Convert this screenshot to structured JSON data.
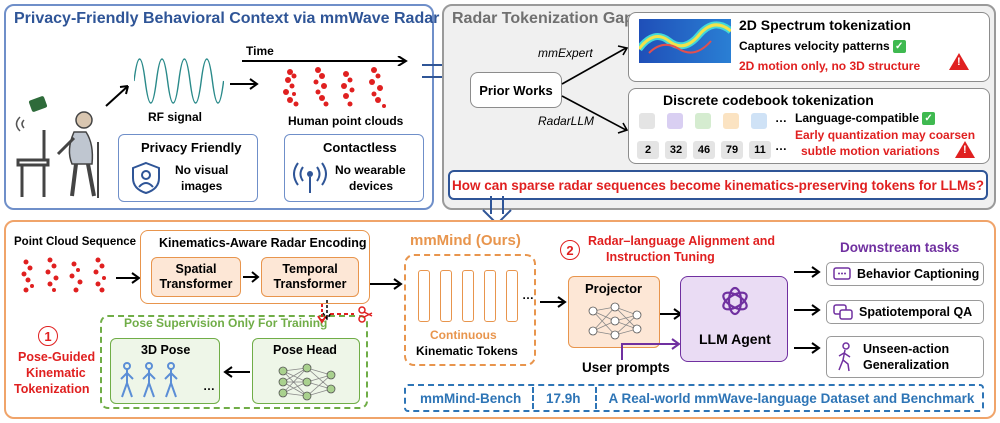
{
  "top_left": {
    "title": "Privacy-Friendly Behavioral Context via mmWave Radar",
    "time_label": "Time",
    "rf_label": "RF signal",
    "cloud_label": "Human point clouds",
    "privacy": {
      "title": "Privacy Friendly",
      "desc_1": "No visual",
      "desc_2": "images"
    },
    "contactless": {
      "title": "Contactless",
      "desc_1": "No wearable",
      "desc_2": "devices"
    }
  },
  "top_right": {
    "title": "Radar Tokenization Gap",
    "prior_works": "Prior Works",
    "mmexpert": "mmExpert",
    "radarllm": "RadarLLM",
    "spectrum": {
      "title": "2D Spectrum tokenization",
      "pro": "Captures velocity patterns",
      "con": "2D motion only, no 3D structure"
    },
    "codebook": {
      "title": "Discrete codebook tokenization",
      "pro": "Language-compatible",
      "con_1": "Early quantization may coarsen",
      "con_2": "subtle motion variations",
      "ellipsis": "…",
      "codes": [
        "2",
        "32",
        "46",
        "79",
        "11"
      ]
    }
  },
  "question": "How can sparse radar sequences become kinematics-preserving tokens for LLMs?",
  "bottom": {
    "pc_seq": "Point Cloud Sequence",
    "encoding_title": "Kinematics-Aware Radar Encoding",
    "spatial": "Spatial Transformer",
    "temporal": "Temporal Transformer",
    "pose_sup": "Pose Supervision Only For Training",
    "pose3d": "3D Pose",
    "pose_head": "Pose Head",
    "pose3d_ellipsis": "…",
    "step1_num": "1",
    "step1_l1": "Pose-Guided",
    "step1_l2": "Kinematic",
    "step1_l3": "Tokenization",
    "mmmind": "mmMind (Ours)",
    "tokens_l1": "Continuous",
    "tokens_l2": "Kinematic Tokens",
    "tokens_ellipsis": "…",
    "step2_num": "2",
    "align_l1": "Radar–language Alignment and",
    "align_l2": "Instruction Tuning",
    "projector": "Projector",
    "llm": "LLM Agent",
    "user_prompts": "User prompts",
    "downstream": "Downstream tasks",
    "tasks": [
      "Behavior Captioning",
      "Spatiotemporal QA",
      "Unseen-action",
      "Generalization"
    ],
    "bench_name": "mmMind-Bench",
    "bench_hours": "17.9h",
    "bench_desc": "A Real-world mmWave-language Dataset and Benchmark"
  },
  "colors": {
    "blue": "#2f5597",
    "orange": "#e8954d",
    "red": "#e02020",
    "purple": "#7030a0",
    "green": "#70ad47"
  }
}
